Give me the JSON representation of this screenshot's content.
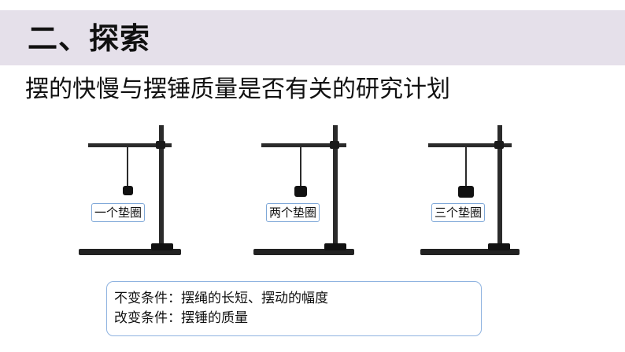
{
  "header": {
    "section_title": "二、探索"
  },
  "subtitle": "摆的快慢与摆锤质量是否有关的研究计划",
  "stands": [
    {
      "label": "一个垫圈",
      "washer_count": 1
    },
    {
      "label": "两个垫圈",
      "washer_count": 2
    },
    {
      "label": "三个垫圈",
      "washer_count": 3
    }
  ],
  "conditions": {
    "constant": "不变条件：摆绳的长短、摆动的幅度",
    "changed": "改变条件：摆锤的质量"
  },
  "colors": {
    "header_band": "#e5e0ea",
    "box_border": "#8fb3e0",
    "label_border": "#7fa8d8",
    "stand_metal": "#2b2b2b"
  }
}
